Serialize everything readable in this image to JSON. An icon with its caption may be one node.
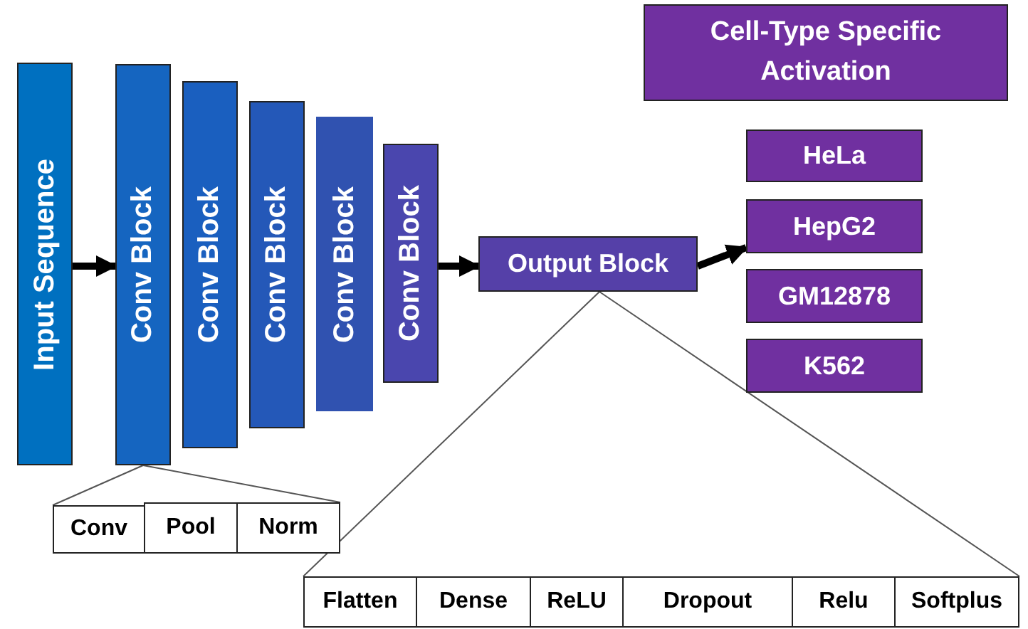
{
  "diagram": {
    "nodes": [
      {
        "text": [
          "Input Sequence"
        ]
      },
      {
        "text": [
          "Conv Block"
        ]
      },
      {
        "text": [
          "Conv Block"
        ]
      },
      {
        "text": [
          "Conv Block"
        ]
      },
      {
        "text": [
          "Conv Block"
        ]
      },
      {
        "text": [
          "Conv Block"
        ]
      },
      {
        "text": [
          "Output Block"
        ]
      },
      {
        "text": [
          "Cell-Type Specific Activation"
        ]
      },
      {
        "text": [
          "HeLa"
        ]
      },
      {
        "text": [
          "HepG2"
        ]
      },
      {
        "text": [
          "GM12878"
        ]
      },
      {
        "text": [
          "K562"
        ]
      },
      {
        "text": [
          "Conv"
        ]
      },
      {
        "text": [
          "Pool"
        ]
      },
      {
        "text": [
          "Norm"
        ]
      },
      {
        "text": [
          "Flatten"
        ]
      },
      {
        "text": [
          "Dense"
        ]
      },
      {
        "text": [
          "ReLU"
        ]
      },
      {
        "text": [
          "Dropout"
        ]
      },
      {
        "text": [
          "Relu"
        ]
      },
      {
        "text": [
          "Softplus"
        ]
      }
    ],
    "edges": [
      {
        "from": 0,
        "to": 1,
        "arrow": "to",
        "style": "thick"
      },
      {
        "from": 5,
        "to": 6,
        "arrow": "to",
        "style": "thick"
      },
      {
        "from": 6,
        "to": 9,
        "arrow": "to",
        "style": "thick"
      },
      {
        "from": 1,
        "to": 12,
        "arrow": "none"
      },
      {
        "from": 1,
        "to": 14,
        "arrow": "none"
      },
      {
        "from": 6,
        "to": 15,
        "arrow": "none"
      },
      {
        "from": 6,
        "to": 20,
        "arrow": "none"
      }
    ]
  }
}
